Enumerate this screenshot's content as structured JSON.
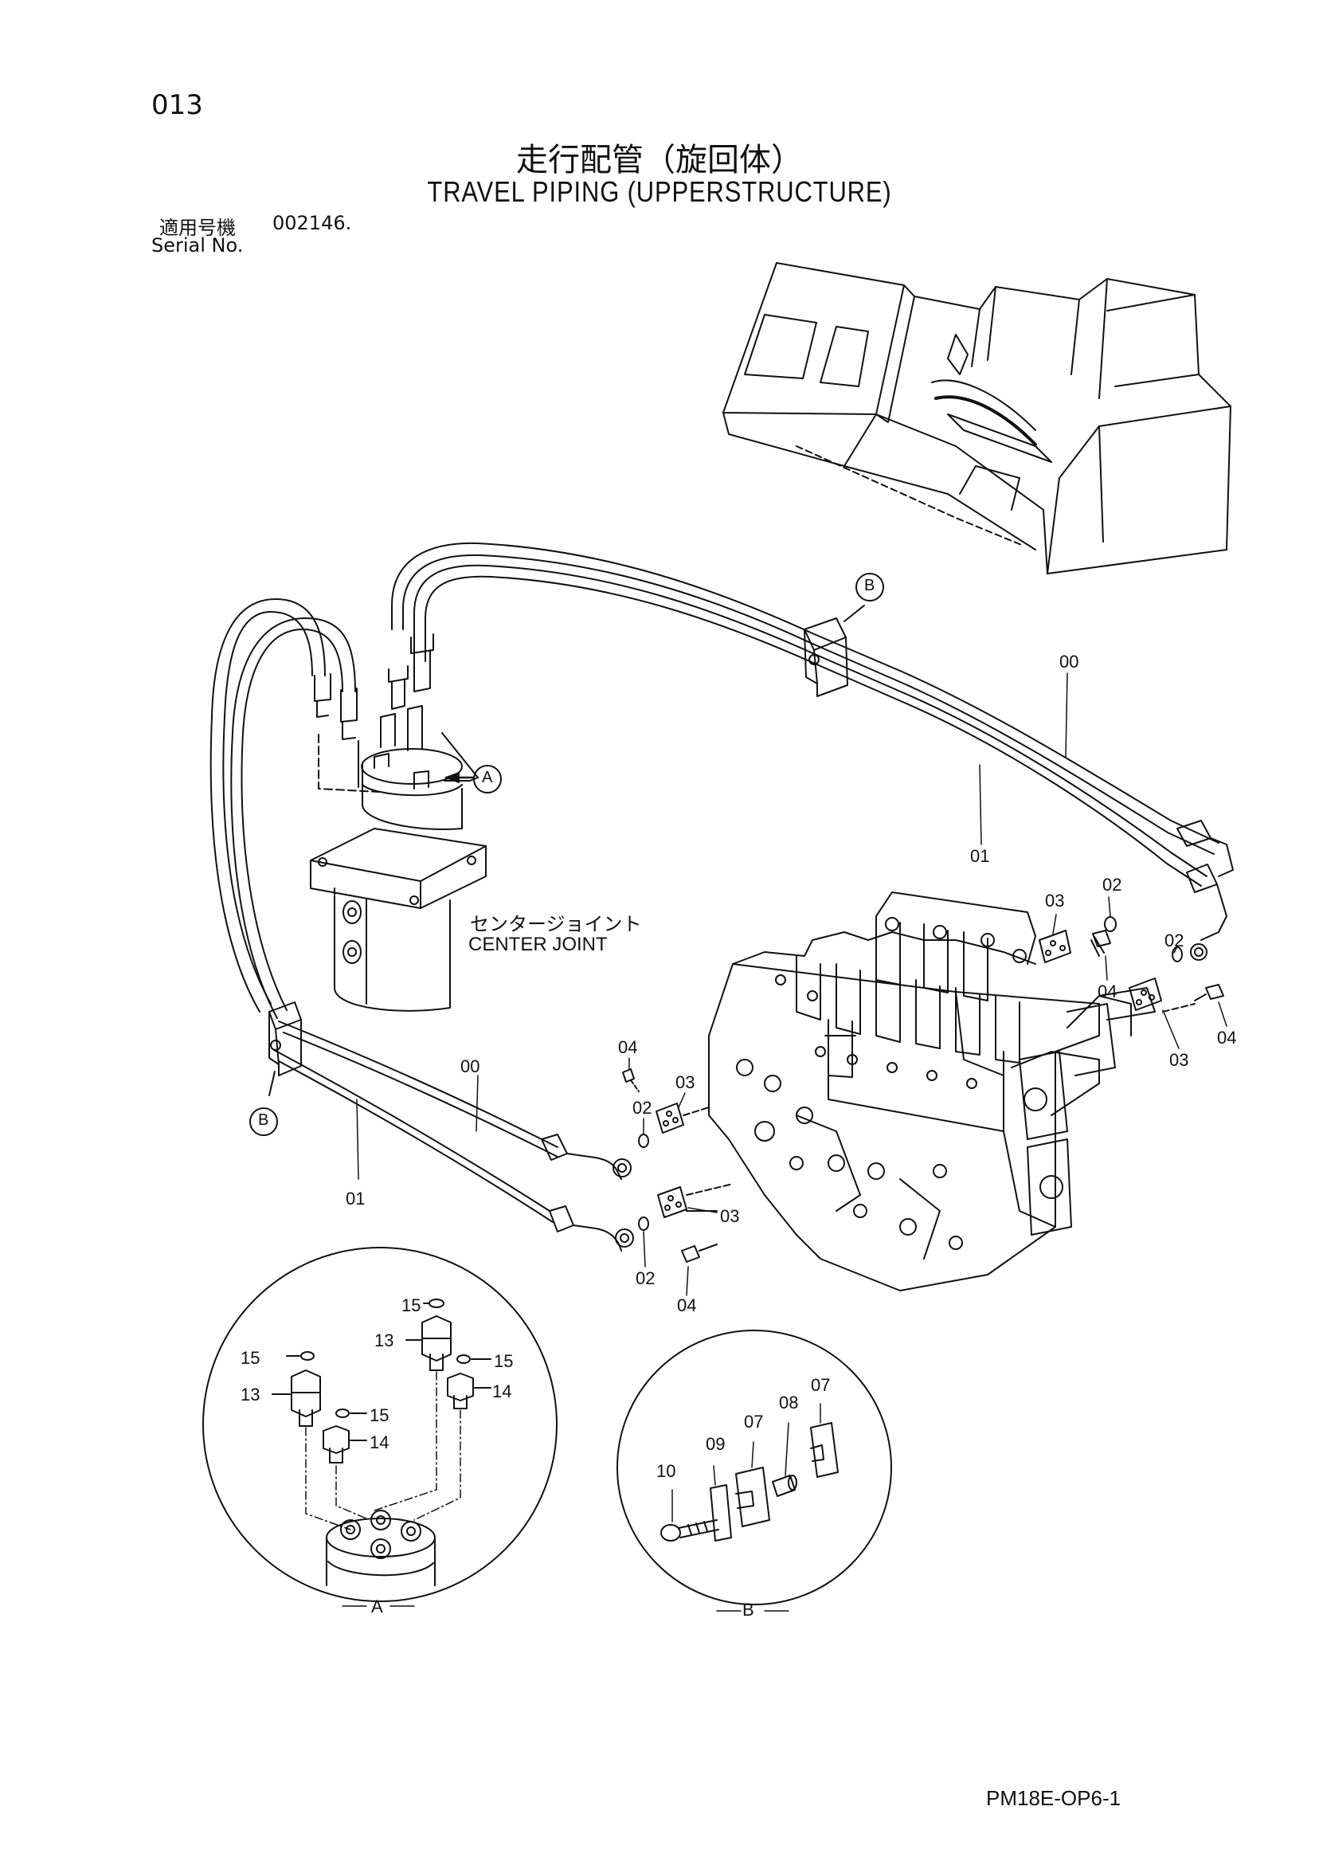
{
  "page_number": "013",
  "title_jp": "走行配管（旋回体）",
  "title_en": "TRAVEL PIPING (UPPERSTRUCTURE)",
  "serial_label_jp": "適用号機",
  "serial_value": "002146.",
  "serial_label_en": "Serial No.",
  "center_joint_jp": "センタージョイント",
  "center_joint_en": "CENTER JOINT",
  "doc_code": "PM18E-OP6-1",
  "detail_a_label": "A",
  "detail_b_label": "B",
  "callout_a": "A",
  "callout_b": "B",
  "part_labels": {
    "p00": "00",
    "p01": "01",
    "p02": "02",
    "p03": "03",
    "p04": "04",
    "p07": "07",
    "p08": "08",
    "p09": "09",
    "p10": "10",
    "p13": "13",
    "p14": "14",
    "p15": "15"
  }
}
